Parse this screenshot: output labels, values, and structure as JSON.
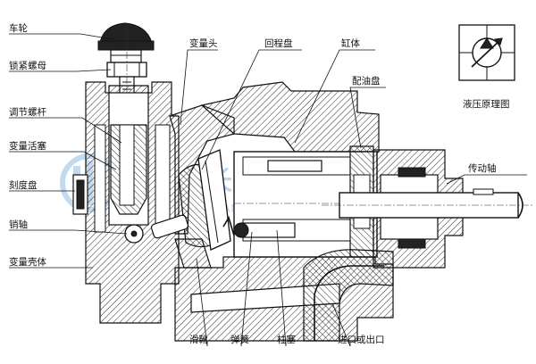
{
  "labels": {
    "handwheel": "车轮",
    "lock_nut": "锁紧螺母",
    "adjust_screw": "调节螺杆",
    "variable_piston": "变量活塞",
    "dial": "刻度盘",
    "pin_shaft": "销轴",
    "variable_housing": "变量壳体",
    "variable_head": "变量头",
    "return_plate": "回程盘",
    "cylinder": "缸体",
    "port_plate": "配油盘",
    "drive_shaft": "传动轴",
    "hydraulic_principle": "液压原理图",
    "slipper": "滑靴",
    "spring": "弹簧",
    "plunger": "柱塞",
    "inlet_outlet": "进口或出口"
  },
  "watermark": {
    "cn_text": "长启液自动化",
    "en_text": "ZHANGQIYEYI AUTOMATION"
  },
  "icons": {
    "hydraulic_symbol": "variable-pump-symbol-icon",
    "watermark_logo": "company-logo-icon"
  },
  "colors": {
    "line": "#111111",
    "watermark": "#b9d3ea",
    "background": "#ffffff"
  }
}
